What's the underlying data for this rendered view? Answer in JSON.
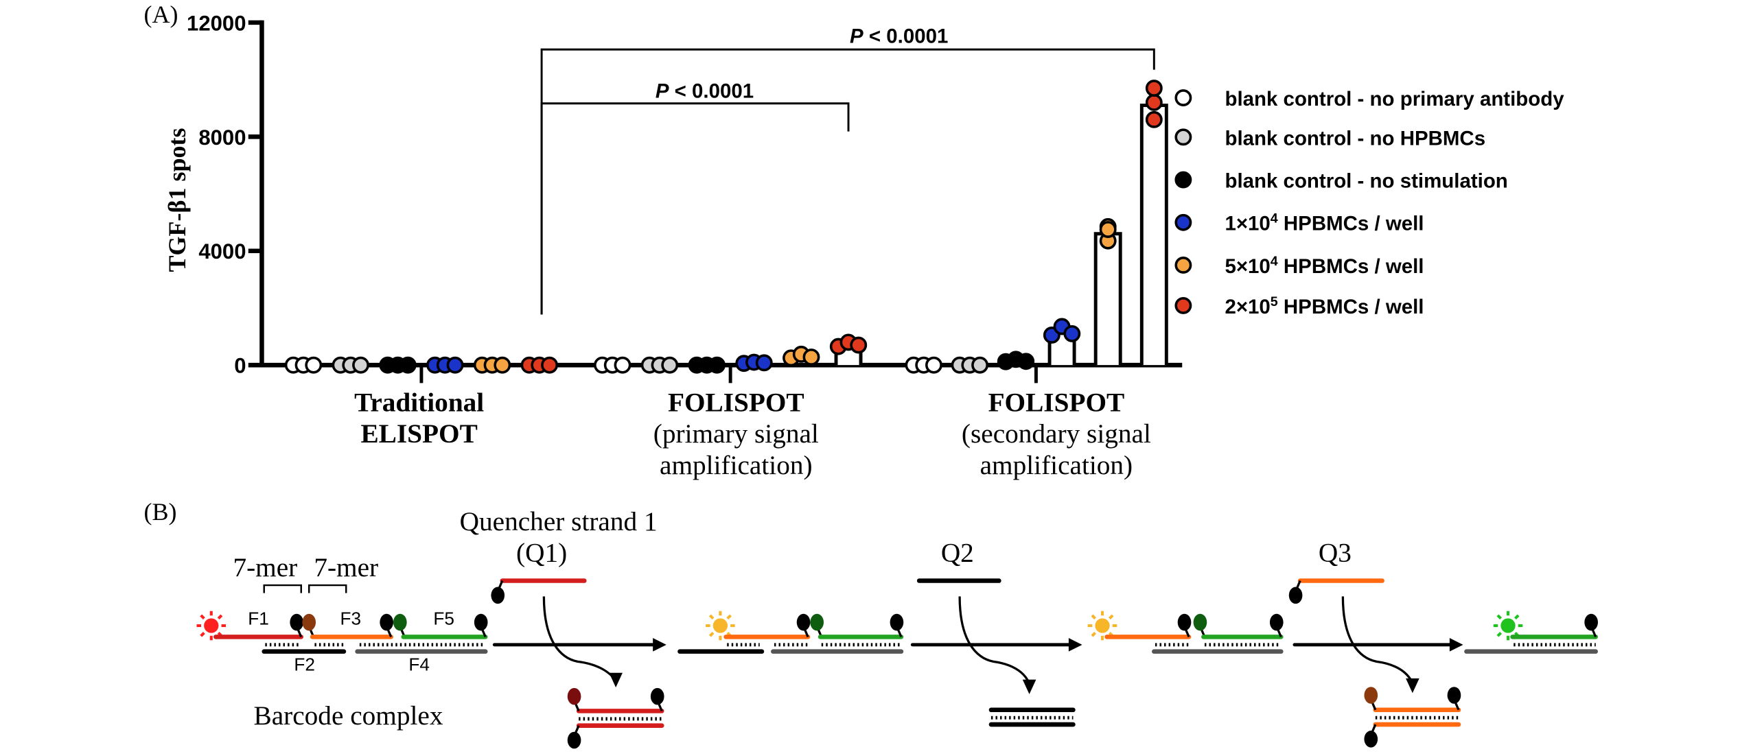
{
  "panel_a_label": "(A)",
  "panel_b_label": "(B)",
  "chart_data": {
    "type": "bar",
    "title": "",
    "ylabel": "TGF-β1 spots",
    "xlabel": "",
    "ylim": [
      0,
      12000
    ],
    "yticks": [
      0,
      4000,
      8000,
      12000
    ],
    "ytick_labels": [
      "0",
      "4000",
      "8000",
      "12000"
    ],
    "grid": false,
    "legend_position": "right",
    "groups": [
      {
        "label_lines": [
          "Traditional",
          "ELISPOT"
        ],
        "bold": true
      },
      {
        "label_lines": [
          "FOLISPOT",
          "(primary signal",
          "amplification)"
        ],
        "bold": false
      },
      {
        "label_lines": [
          "FOLISPOT",
          "(secondary signal",
          "amplification)"
        ],
        "bold": false
      }
    ],
    "series": [
      {
        "name": "blank control - no primary antibody",
        "color": "#ffffff",
        "values": [
          0,
          0,
          0
        ],
        "points": [
          [
            0,
            0,
            0
          ],
          [
            0,
            0,
            0
          ],
          [
            0,
            0,
            0
          ]
        ]
      },
      {
        "name": "blank control - no HPBMCs",
        "color": "#d3d3d3",
        "values": [
          0,
          0,
          0
        ],
        "points": [
          [
            0,
            0,
            0
          ],
          [
            0,
            0,
            0
          ],
          [
            0,
            0,
            0
          ]
        ]
      },
      {
        "name": "blank control - no stimulation",
        "color": "#000000",
        "values": [
          0,
          0,
          150
        ],
        "points": [
          [
            0,
            0,
            0
          ],
          [
            0,
            0,
            0
          ],
          [
            120,
            200,
            130
          ]
        ]
      },
      {
        "name": "1×10^4 HPBMCs / well",
        "name_parts": [
          "1×10",
          "4",
          " HPBMCs / well"
        ],
        "color": "#1a33c8",
        "values": [
          0,
          80,
          1150
        ],
        "points": [
          [
            0,
            0,
            0
          ],
          [
            60,
            100,
            80
          ],
          [
            1050,
            1350,
            1100
          ]
        ]
      },
      {
        "name": "5×10^4 HPBMCs / well",
        "name_parts": [
          "5×10",
          "4",
          " HPBMCs / well"
        ],
        "color": "#f5a441",
        "values": [
          0,
          300,
          4600
        ],
        "points": [
          [
            0,
            0,
            0
          ],
          [
            250,
            380,
            280
          ],
          [
            4350,
            4850,
            4750
          ]
        ]
      },
      {
        "name": "2×10^5 HPBMCs / well",
        "name_parts": [
          "2×10",
          "5",
          " HPBMCs / well"
        ],
        "color": "#e0391e",
        "values": [
          0,
          700,
          9100
        ],
        "points": [
          [
            0,
            0,
            0
          ],
          [
            650,
            800,
            700
          ],
          [
            8600,
            9200,
            9700
          ]
        ]
      }
    ],
    "annotations": [
      {
        "from_group": 0,
        "to_group": 1,
        "to_series": 5,
        "text_prefix": "P",
        "text": " < 0.0001"
      },
      {
        "from_group": 0,
        "to_group": 2,
        "to_series": 5,
        "text_prefix": "P",
        "text": " < 0.0001"
      }
    ]
  },
  "diagram": {
    "quencher1_label_line1": "Quencher strand 1",
    "quencher1_label_line2": "(Q1)",
    "q2_label": "Q2",
    "q3_label": "Q3",
    "mer_label_1": "7-mer",
    "mer_label_2": "7-mer",
    "f1": "F1",
    "f2": "F2",
    "f3": "F3",
    "f4": "F4",
    "f5": "F5",
    "barcode_label": "Barcode complex",
    "colors": {
      "red": "#d41e1e",
      "orange": "#ff6a10",
      "green": "#22a322",
      "dark_green": "#0f5e0f",
      "brown": "#8b3a0e",
      "dark_red": "#7a0e0e",
      "yellow": "#f7b52a",
      "bright_green": "#1fc21f",
      "black": "#000000",
      "gray": "#555555"
    }
  }
}
